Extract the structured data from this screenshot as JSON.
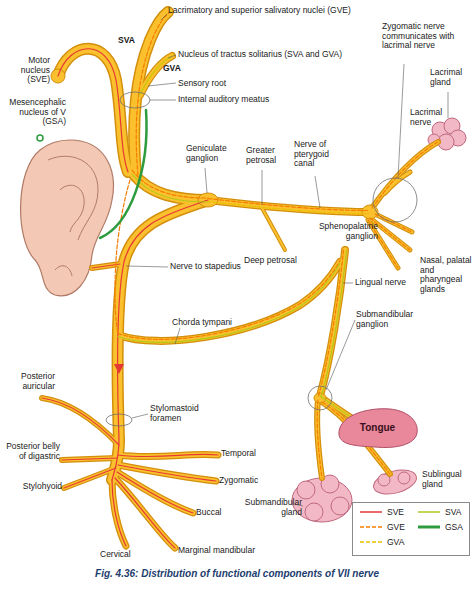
{
  "diagram": {
    "caption": "Fig. 4.36: Distribution of functional components of VII nerve",
    "nodes": [
      {
        "text": [
          "Tongue"
        ]
      }
    ],
    "labels": [
      "Lacrimatory and superior salivatory nuclei (GVE)",
      "Nucleus of tractus solitarius (SVA and GVA)",
      "SVA",
      "GVA",
      "Sensory root",
      "Motor nucleus (SVE)",
      "Mesencephalic nucleus of V (GSA)",
      "Internal auditory meatus",
      "Geniculate ganglion",
      "Greater petrosal",
      "Nerve of pterygoid canal",
      "Zygomatic nerve communicates with lacrimal nerve",
      "Lacrimal gland",
      "Lacrimal nerve",
      "Sphenopalatine ganglion",
      "Nasal, palatal and pharyngeal glands",
      "Deep petrosal",
      "Nerve to stapedius",
      "Chorda tympani",
      "Lingual nerve",
      "Submandibular ganglion",
      "Sublingual gland",
      "Submandibular gland",
      "Stylomastoid foramen",
      "Posterior auricular",
      "Posterior belly of digastric",
      "Stylohyoid",
      "Temporal",
      "Zygomatic",
      "Buccal",
      "Cervical",
      "Marginal mandibular"
    ],
    "legend": [
      {
        "text": "SVE"
      },
      {
        "text": "SVA"
      },
      {
        "text": "GVE"
      },
      {
        "text": "GSA"
      },
      {
        "text": "GVA"
      }
    ]
  }
}
